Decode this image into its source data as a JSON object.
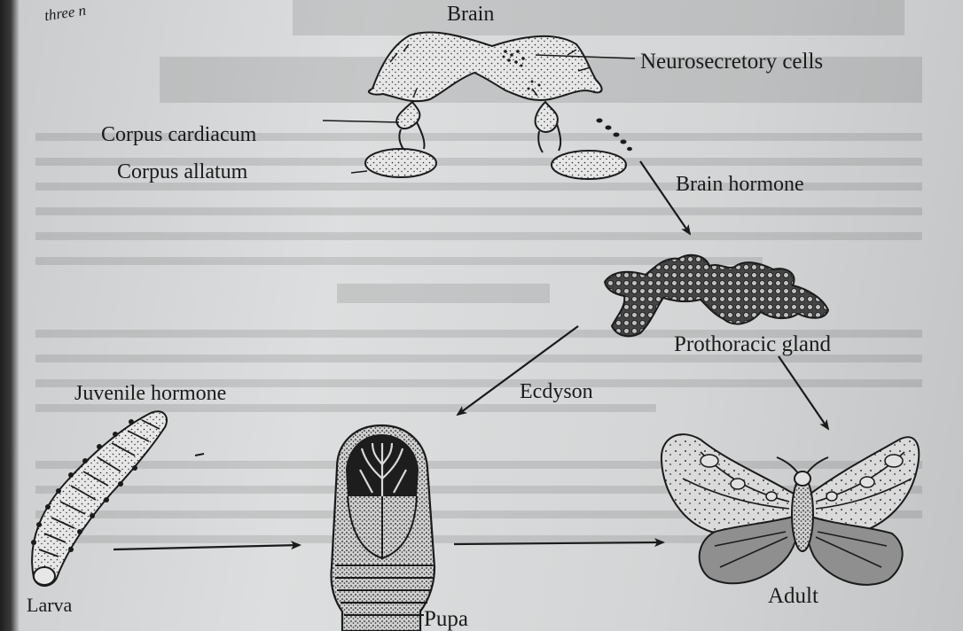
{
  "labels": {
    "corner_text": "three n",
    "brain": "Brain",
    "neurosecretory_cells": "Neurosecretory cells",
    "corpus_cardiacum": "Corpus cardiacum",
    "corpus_allatum": "Corpus allatum",
    "brain_hormone": "Brain hormone",
    "prothoracic_gland": "Prothoracic gland",
    "ecdyson": "Ecdyson",
    "juvenile_hormone": "Juvenile hormone",
    "larva": "Larva",
    "pupa": "Pupa",
    "adult": "Adult"
  },
  "colors": {
    "ink": "#1b1b1b",
    "paper": "#d8dadb",
    "binding": "#2a2a2a"
  }
}
